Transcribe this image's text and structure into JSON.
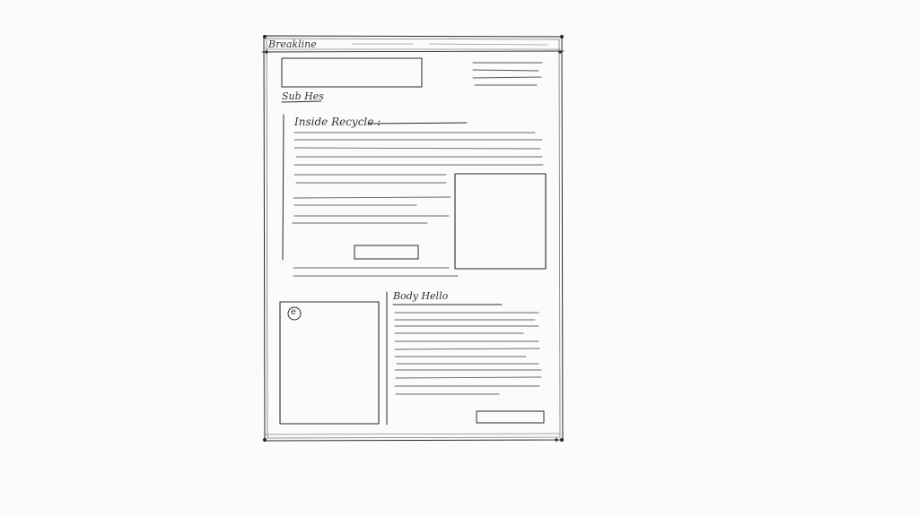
{
  "wireframe": {
    "page_header_label": "Breakline",
    "section_label": "Sub Hes",
    "article_heading": "Inside Recycle :",
    "second_heading": "Body Hello",
    "photo_badge_glyph": "e"
  },
  "colors": {
    "paper": "#fbfbfb",
    "ink": "#2a2a2a",
    "pencil": "#8a8a8a"
  }
}
